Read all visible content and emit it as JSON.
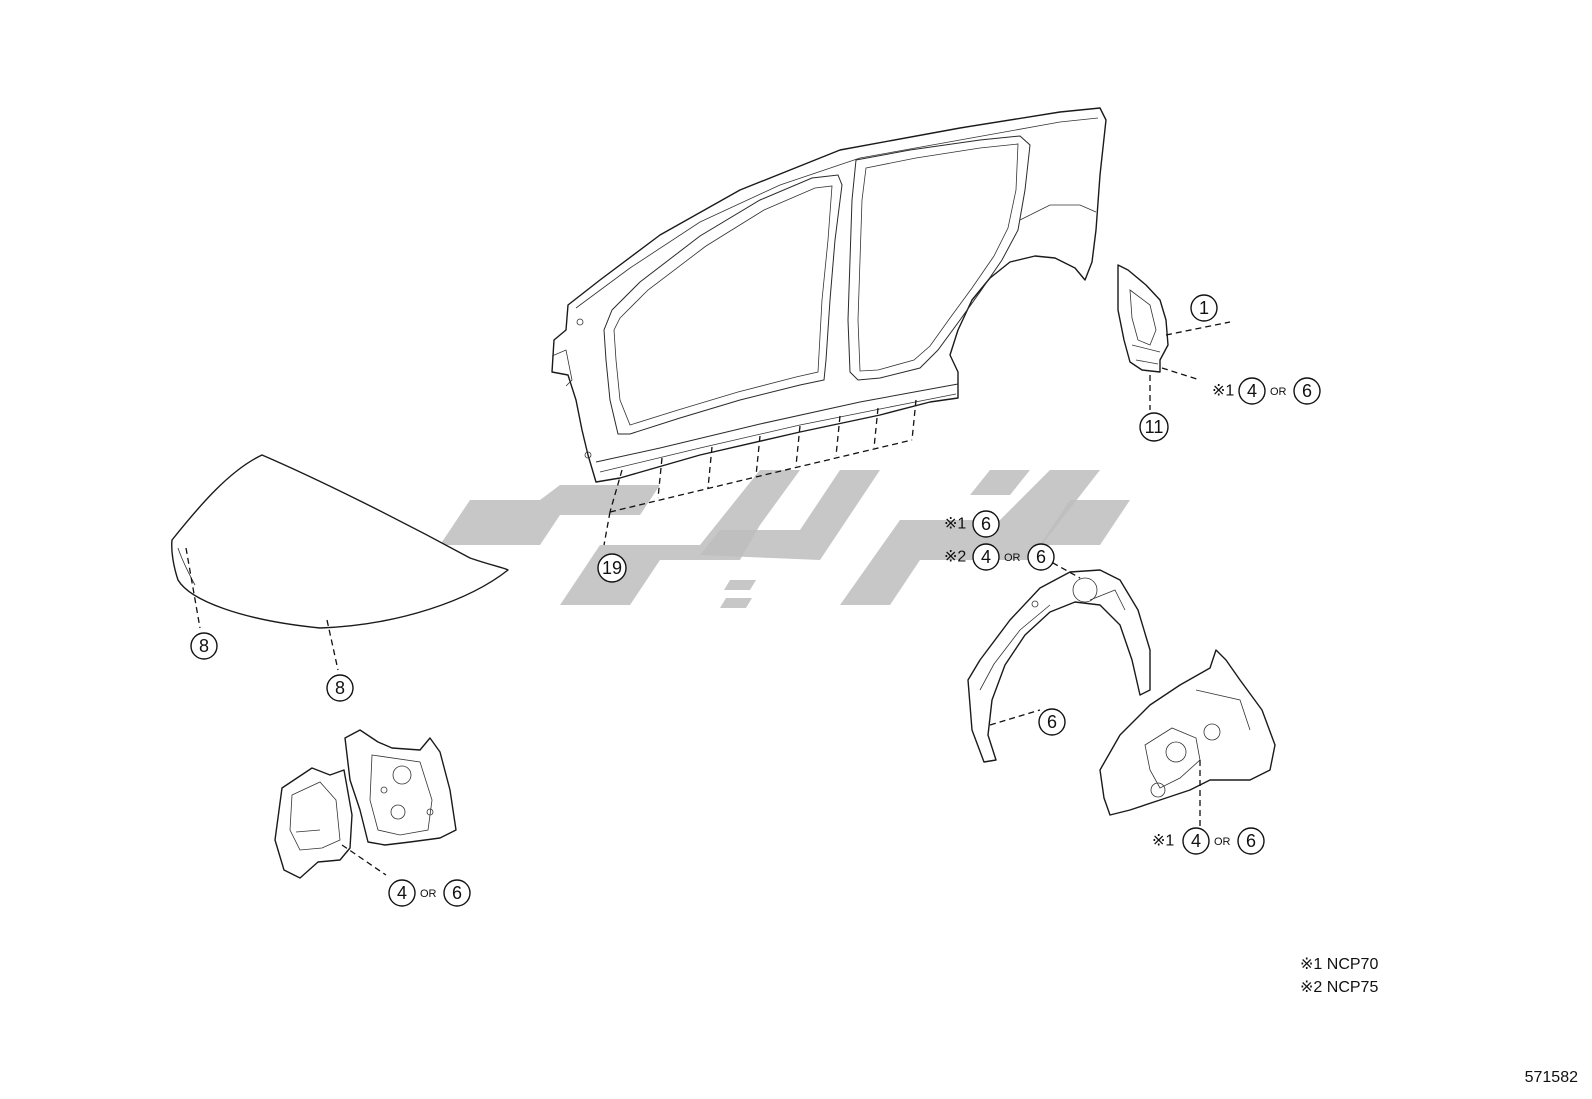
{
  "callouts": {
    "c1": "1",
    "c4a": "4",
    "c6a": "6",
    "c11": "11",
    "c6b": "6",
    "c4c": "4",
    "c6c": "6",
    "c19": "19",
    "c8a": "8",
    "c8b": "8",
    "c6d": "6",
    "c4e": "4",
    "c6e": "6",
    "c4f": "4",
    "c6f": "6"
  },
  "markers": {
    "m1": "※1",
    "m2": "※1",
    "m3": "※2",
    "m4": "※1"
  },
  "connectors": {
    "or1": "OR",
    "or2": "OR",
    "or3": "OR",
    "or4": "OR"
  },
  "footnotes": [
    {
      "mark": "※1",
      "model": "NCP70"
    },
    {
      "mark": "※2",
      "model": "NCP75"
    }
  ],
  "diagram_code": "571582",
  "watermark_color": "#bdbdbd"
}
